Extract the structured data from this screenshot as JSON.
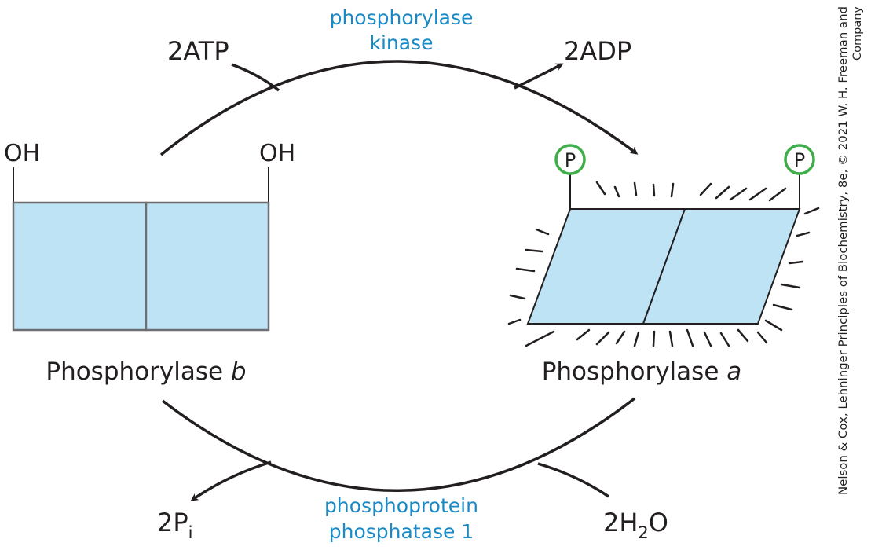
{
  "enzymes": {
    "kinase_line1": "phosphorylase",
    "kinase_line2": "kinase",
    "phosphatase_line1": "phosphoprotein",
    "phosphatase_line2": "phosphatase 1"
  },
  "reagents": {
    "atp": "2ATP",
    "adp": "2ADP",
    "pi_main": "2P",
    "pi_sub": "i",
    "water_pre": "2H",
    "water_sub": "2",
    "water_post": "O"
  },
  "phosphorylase_b": {
    "name": "Phosphorylase",
    "form": "b",
    "left_group": "OH",
    "right_group": "OH"
  },
  "phosphorylase_a": {
    "name": "Phosphorylase",
    "form": "a",
    "left_group": "P",
    "right_group": "P"
  },
  "credit": {
    "line1": "Nelson & Cox, Lehninger Principles of Biochemistry, 8e, © 2021 W. H. Freeman and",
    "line2": "Company"
  },
  "colors": {
    "enzyme_text": "#1a8ac6",
    "subunit_fill": "#bde3f5",
    "phosphate_ring": "#3fae49",
    "stroke": "#231f20"
  }
}
